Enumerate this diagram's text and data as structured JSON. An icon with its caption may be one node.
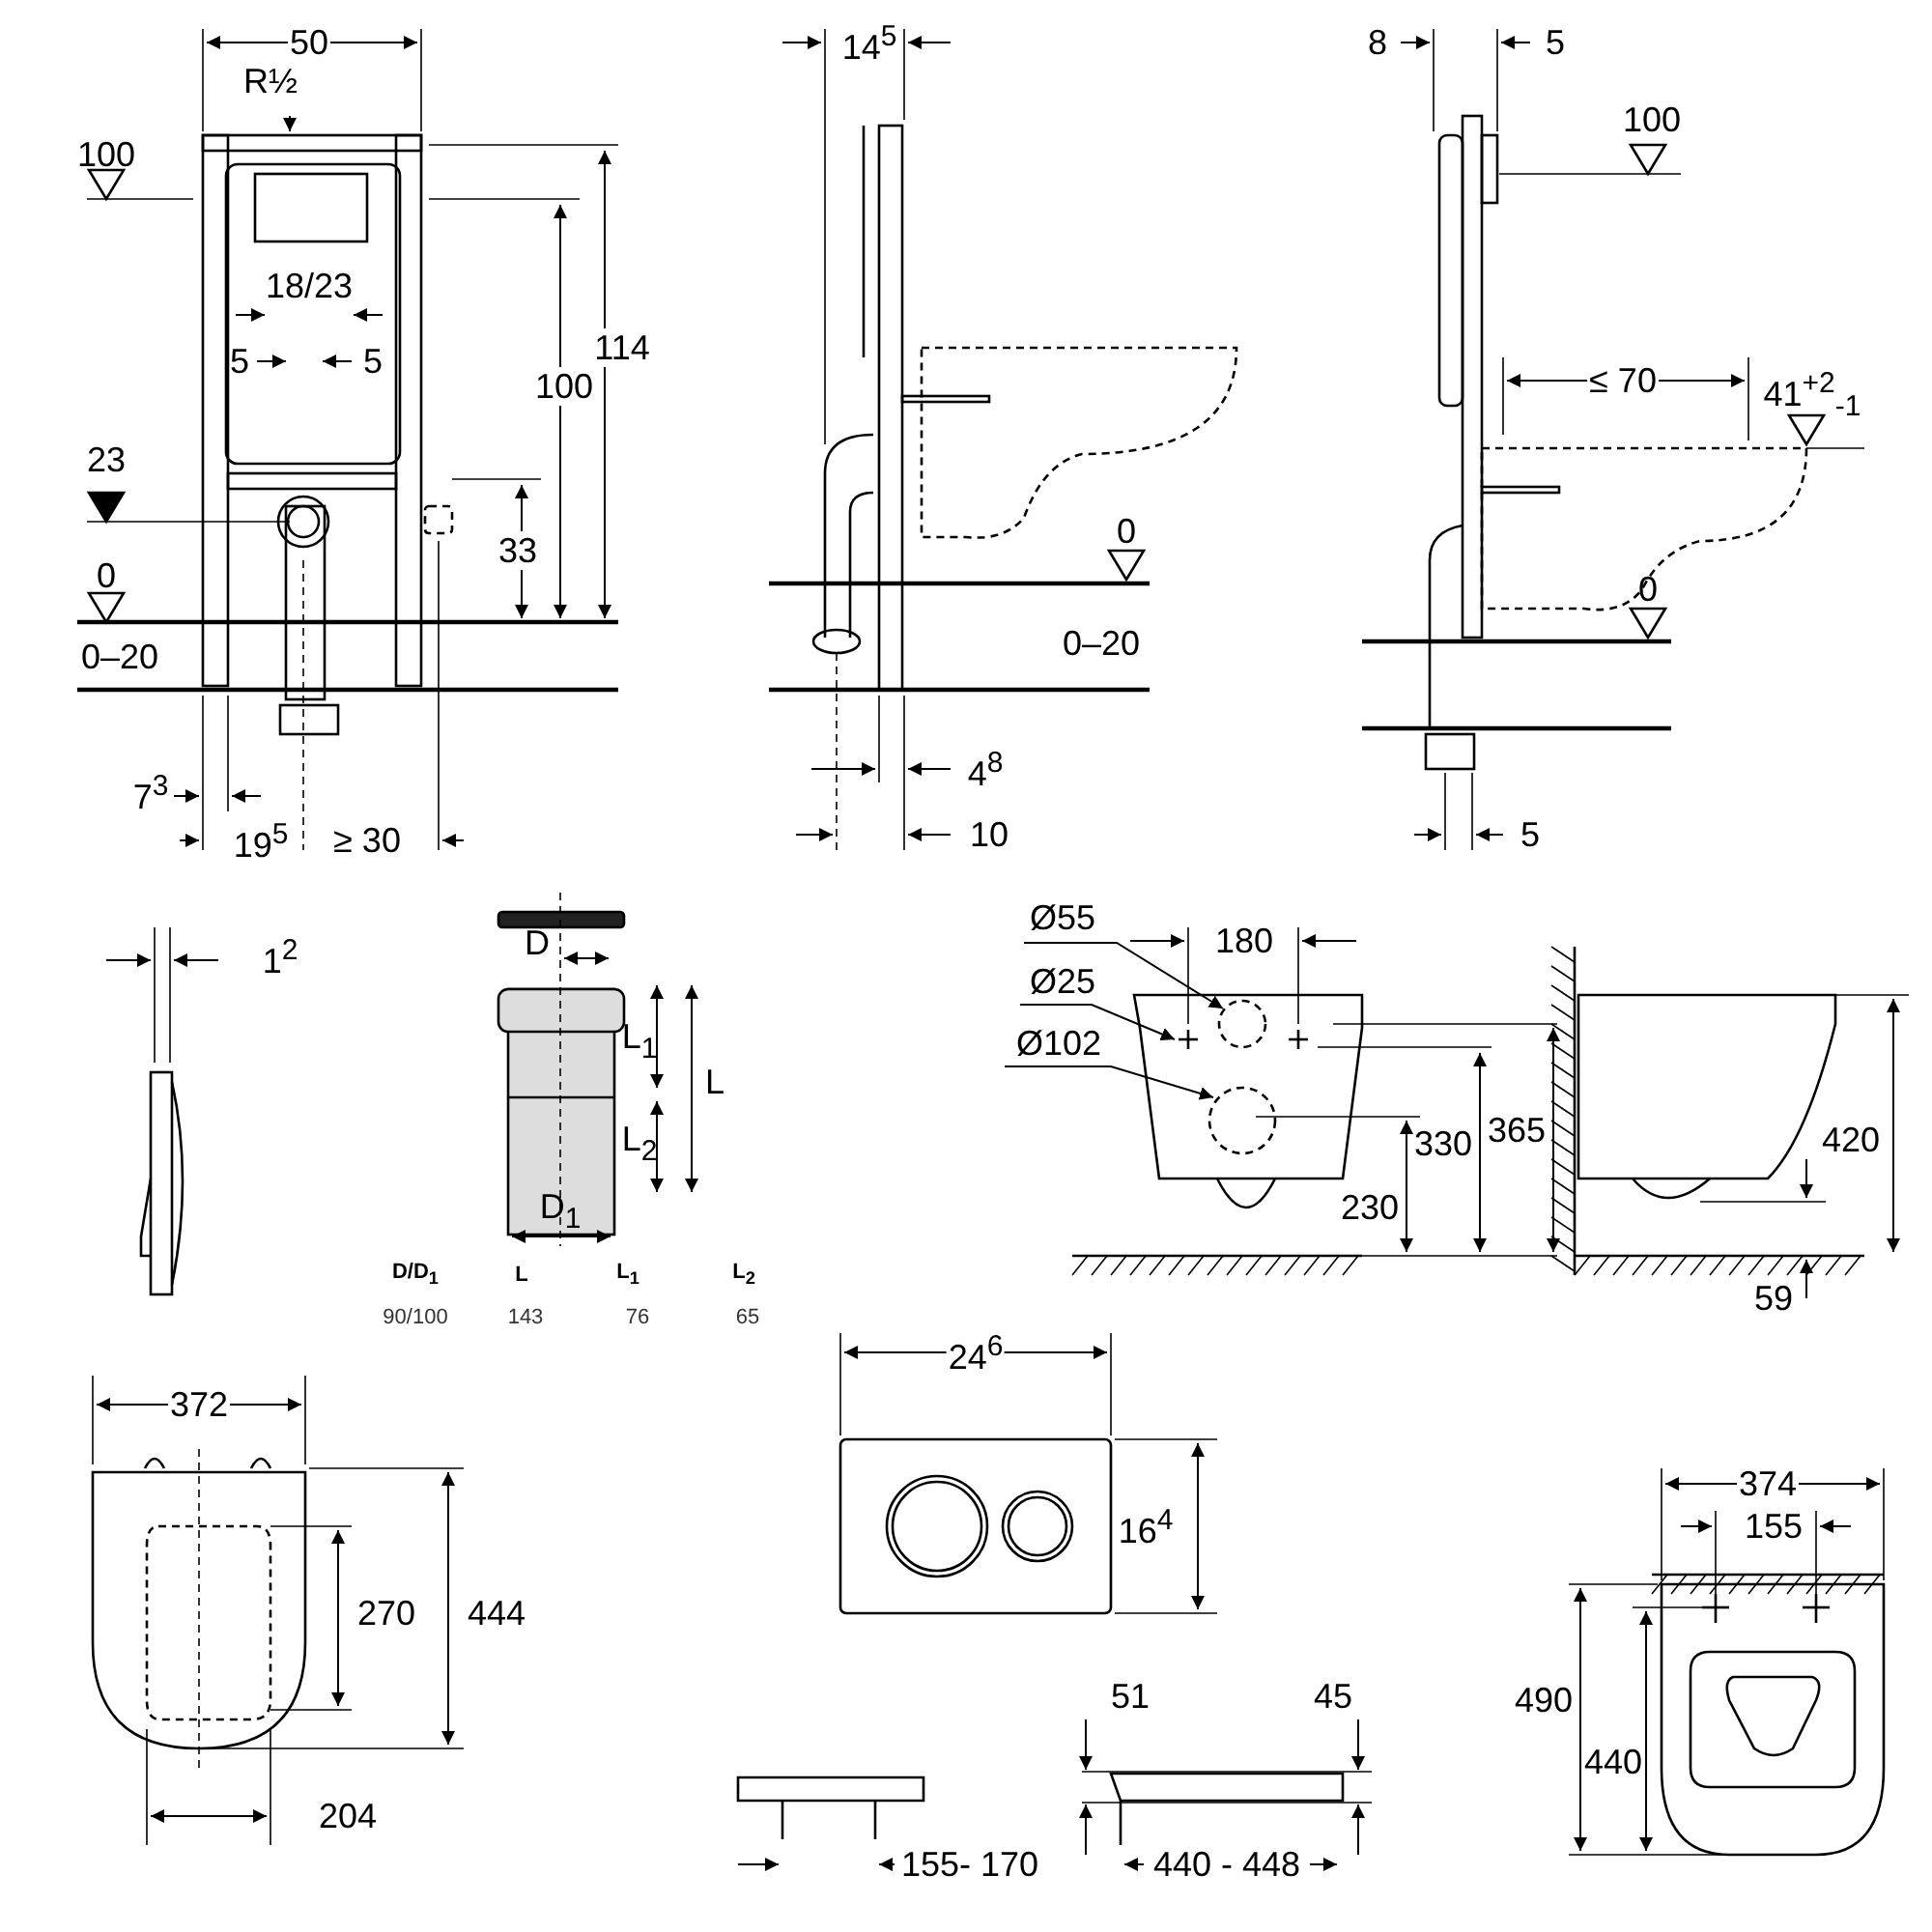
{
  "diagram": {
    "nodes": [
      {
        "text": [
          "Ø55"
        ]
      },
      {
        "text": [
          "Ø25"
        ]
      },
      {
        "text": [
          "Ø102"
        ]
      }
    ],
    "edges": [
      {
        "from": 0,
        "to": null,
        "arrow": "to"
      },
      {
        "from": 1,
        "to": null,
        "arrow": "to"
      },
      {
        "from": 2,
        "to": null,
        "arrow": "to"
      }
    ],
    "labels": [
      "50",
      "R½",
      "100",
      "114",
      "18/23",
      "5",
      "5",
      "100",
      "23",
      "33",
      "0",
      "0–20",
      "7$^{3}$",
      "19$^{5}$",
      "≥ 30",
      "14$^{5}$",
      "0",
      "0–20",
      "4$^{8}$",
      "10",
      "8",
      "5",
      "100",
      "≤ 70",
      "41$^{+2}$$_{-1}$",
      "0",
      "5",
      "1$^{2}$",
      "D",
      "L$_{1}$",
      "L",
      "L$_{2}$",
      "D$_{1}$",
      "D/D$_{1}$",
      "L",
      "L$_{1}$",
      "L$_{2}$",
      "90/100",
      "143",
      "76",
      "65",
      "180",
      "330",
      "365",
      "230",
      "420",
      "59",
      "372",
      "270",
      "444",
      "204",
      "24$^{6}$",
      "16$^{4}$",
      "51",
      "45",
      "155- 170",
      "440 - 448",
      "374",
      "155",
      "490",
      "440"
    ]
  }
}
